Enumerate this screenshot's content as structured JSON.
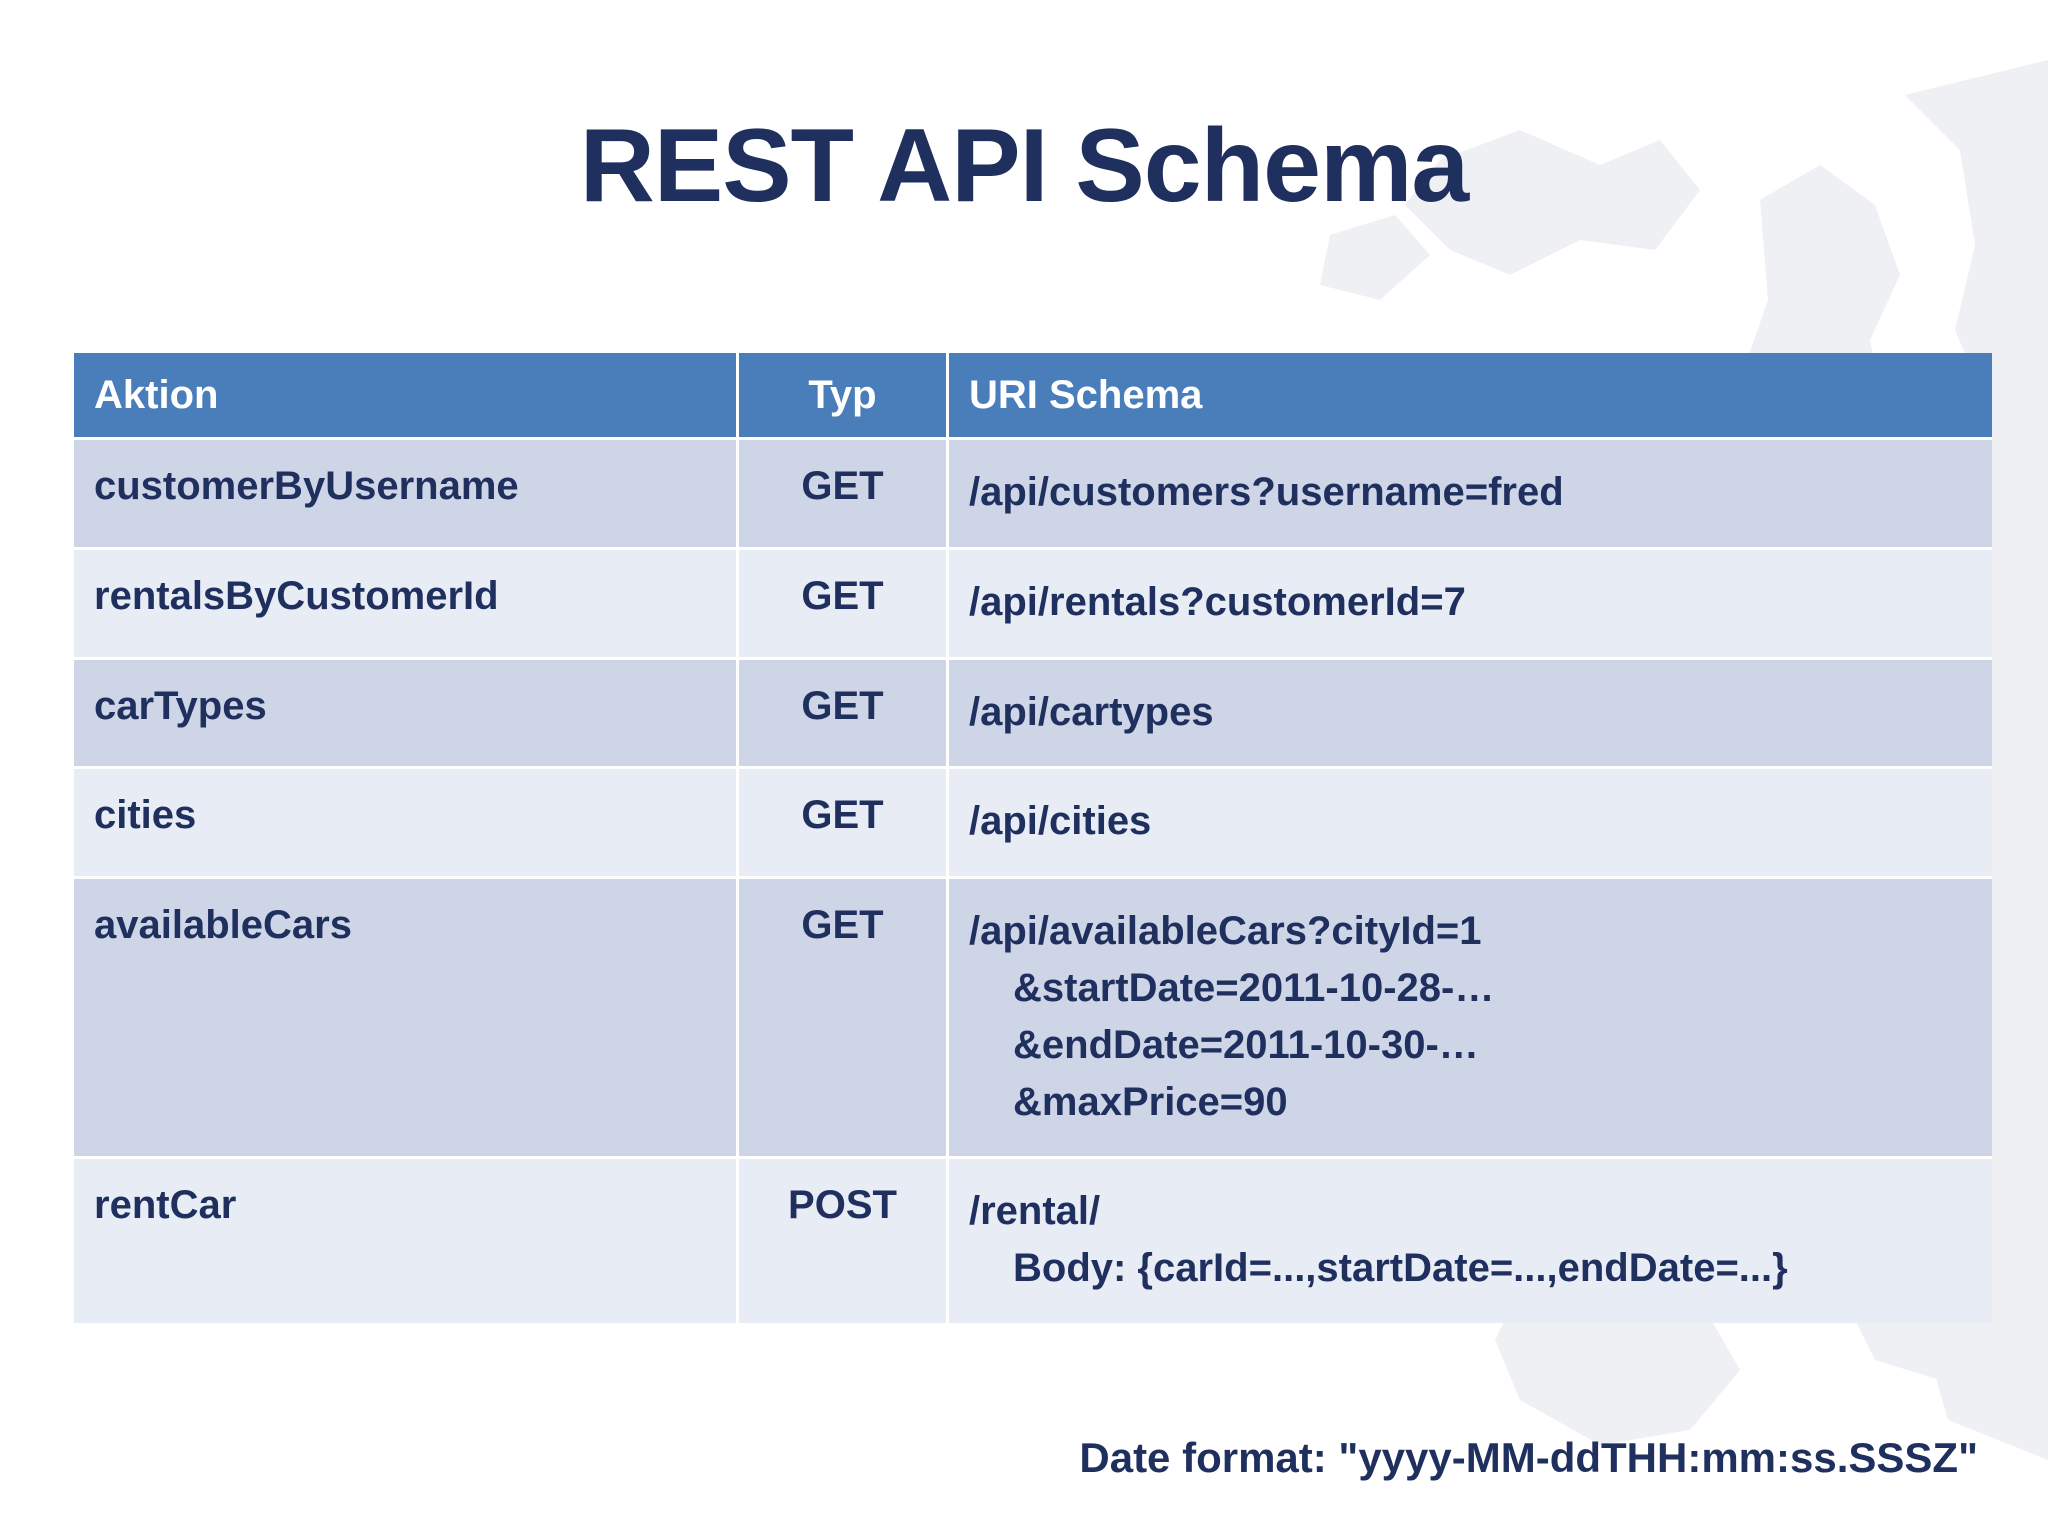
{
  "slide": {
    "title": "REST API Schema",
    "footer_note": "Date format: \"yyyy-MM-ddTHH:mm:ss.SSSZ\""
  },
  "colors": {
    "header_blue": "#4a7ebb",
    "title_navy": "#1f2f5e",
    "row_odd": "#ced5e7",
    "row_even": "#e8ecf5",
    "header_text": "#ffffff"
  },
  "table": {
    "headers": {
      "aktion": "Aktion",
      "typ": "Typ",
      "uri": "URI Schema"
    },
    "rows": [
      {
        "aktion": "customerByUsername",
        "typ": "GET",
        "uri_lines": [
          "/api/customers?username=fred"
        ]
      },
      {
        "aktion": "rentalsByCustomerId",
        "typ": "GET",
        "uri_lines": [
          "/api/rentals?customerId=7"
        ]
      },
      {
        "aktion": "carTypes",
        "typ": "GET",
        "uri_lines": [
          "/api/cartypes"
        ]
      },
      {
        "aktion": "cities",
        "typ": "GET",
        "uri_lines": [
          "/api/cities"
        ]
      },
      {
        "aktion": "availableCars",
        "typ": "GET",
        "uri_lines": [
          "/api/availableCars?cityId=1",
          "&startDate=2011-10-28-…",
          "&endDate=2011-10-30-…",
          "&maxPrice=90"
        ]
      },
      {
        "aktion": "rentCar",
        "typ": "POST",
        "uri_lines": [
          "/rental/",
          "Body: {carId=...,startDate=...,endDate=...}"
        ]
      }
    ]
  }
}
